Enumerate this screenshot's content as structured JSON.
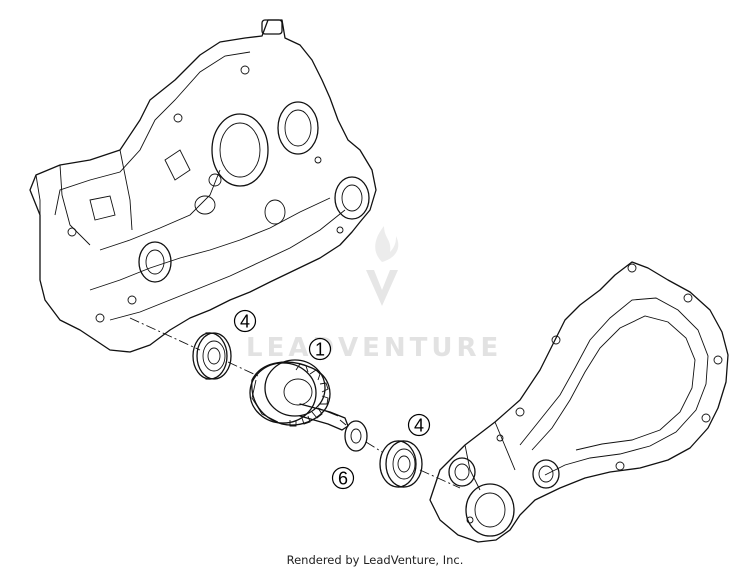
{
  "diagram": {
    "callouts": [
      {
        "id": "callout-bearing-left",
        "label": "4"
      },
      {
        "id": "callout-gear-assembly",
        "label": "1"
      },
      {
        "id": "callout-bearing-right",
        "label": "4"
      },
      {
        "id": "callout-washer",
        "label": "6"
      }
    ]
  },
  "watermark": {
    "brand_text": "LEADVENTURE"
  },
  "footer": {
    "credit": "Rendered by LeadVenture, Inc."
  }
}
